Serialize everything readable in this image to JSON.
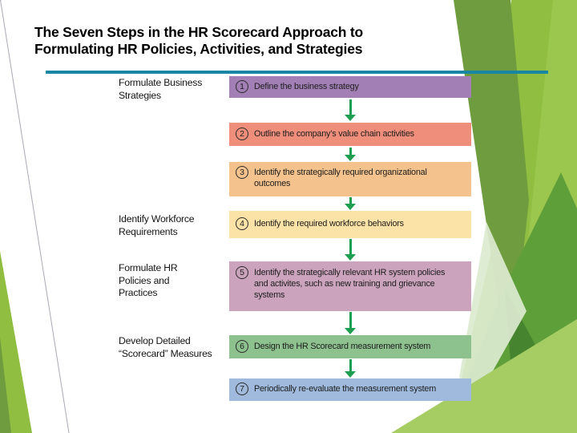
{
  "title": {
    "line1": "The Seven Steps in the HR Scorecard Approach to",
    "line2": "Formulating HR Policies, Activities, and Strategies"
  },
  "colors": {
    "rule": "#1987a3",
    "arrow": "#1e9e50",
    "deco_bright": "#8fbe41",
    "deco_bright2": "#9cc74e",
    "deco_dark": "#6f9c3e",
    "deco_mid": "#5f9f3a",
    "deco_deep": "#47842f",
    "deco_pale": "#dcead0",
    "deco_corner": "#a5cd63",
    "hairline": "#a9a9b4"
  },
  "diagram": {
    "stage_labels": [
      {
        "text": "Formulate Business\nStrategies"
      },
      {
        "text": "Identify Workforce\nRequirements"
      },
      {
        "text": "Formulate HR\nPolicies and\nPractices"
      },
      {
        "text": "Develop Detailed\n“Scorecard” Measures"
      }
    ],
    "steps": [
      {
        "number": "1",
        "label": "Define the business strategy",
        "color": "#a27fb5"
      },
      {
        "number": "2",
        "label": "Outline the company’s value chain activities",
        "color": "#ef8e7a"
      },
      {
        "number": "3",
        "label": "Identify the strategically required organizational\noutcomes",
        "color": "#f4c28c"
      },
      {
        "number": "4",
        "label": "Identify the required workforce behaviors",
        "color": "#fbe2a6"
      },
      {
        "number": "5",
        "label": "Identify the strategically relevant HR system policies\nand activites, such as new training and grievance\nsystems",
        "color": "#cba3bc"
      },
      {
        "number": "6",
        "label": "Design the HR Scorecard measurement system",
        "color": "#8dc18d"
      },
      {
        "number": "7",
        "label": "Periodically re-evaluate the measurement system",
        "color": "#9fbadd"
      }
    ]
  }
}
